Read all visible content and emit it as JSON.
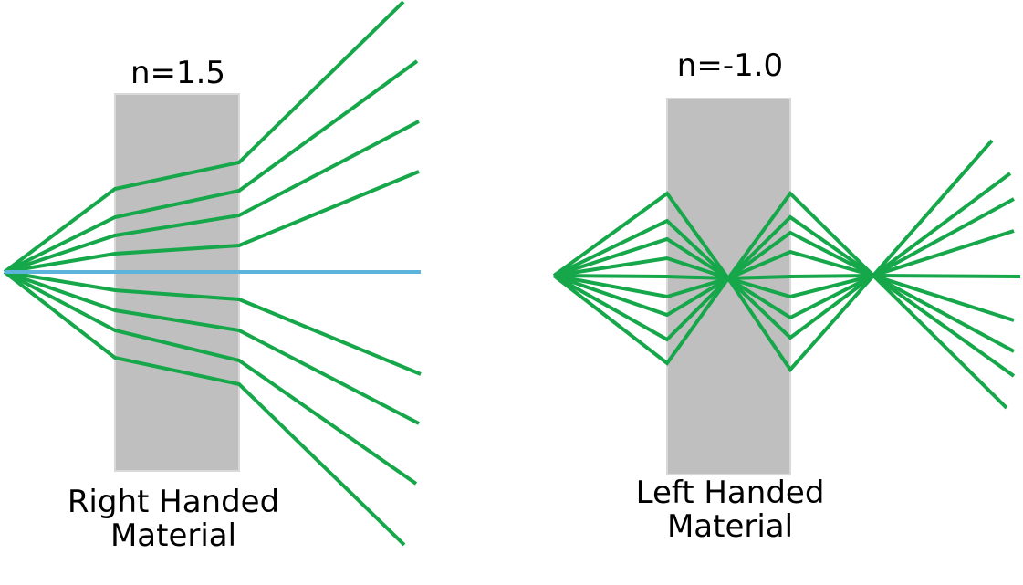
{
  "right_panel": {
    "refractive_index": "n=1.5",
    "caption_line1": "Right Handed",
    "caption_line2": "Material"
  },
  "left_panel": {
    "refractive_index": "n=-1.0",
    "caption_line1": "Left Handed",
    "caption_line2": "Material"
  },
  "colors": {
    "ray": "#16a74a",
    "axis_ray": "#5cb3dc",
    "slab_fill": "#bfbfbf",
    "slab_border": "#d9d9d9"
  }
}
